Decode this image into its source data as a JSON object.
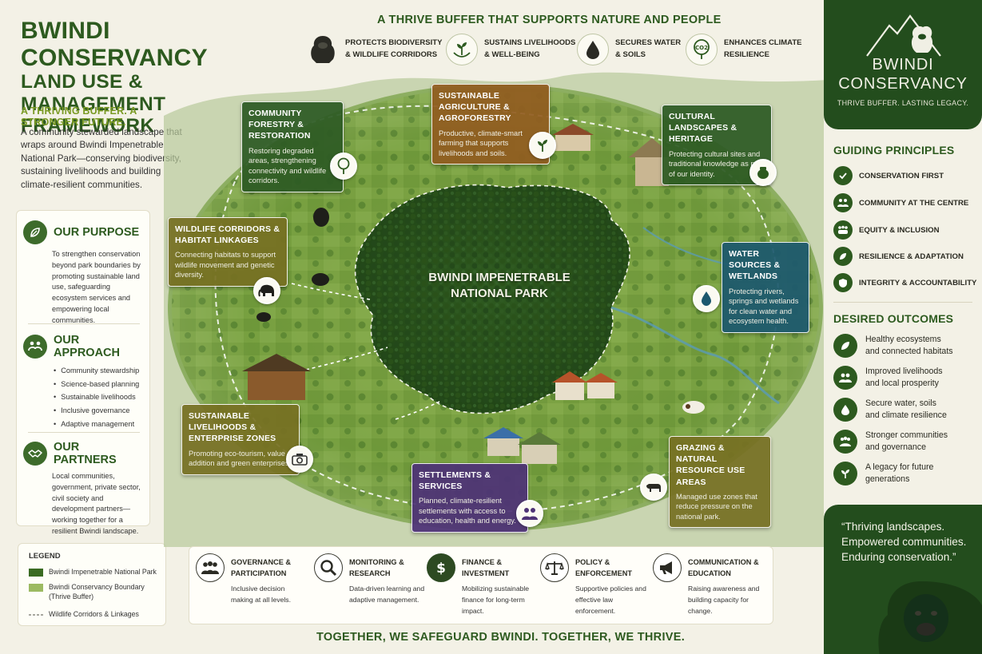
{
  "header": {
    "title_line1": "BWINDI CONSERVANCY",
    "title_line2": "LAND USE & MANAGEMENT",
    "title_line3": "FRAMEWORK",
    "tagline": "A THRIVING BUFFER. A STRONGER FUTURE.",
    "intro": "A community stewarded landscape that wraps around Bwindi Impenetrable National Park—conserving biodiversity, sustaining livelihoods and building climate-resilient communities."
  },
  "left_panel": {
    "purpose": {
      "title": "OUR PURPOSE",
      "text": "To strengthen conservation beyond park boundaries by promoting sustainable land use, safeguarding ecosystem services and empowering local communities."
    },
    "approach": {
      "title": "OUR APPROACH",
      "items": [
        "Community stewardship",
        "Science-based planning",
        "Sustainable livelihoods",
        "Inclusive governance",
        "Adaptive management"
      ]
    },
    "partners": {
      "title": "OUR PARTNERS",
      "text": "Local communities, government, private sector, civil society and development partners—working together for a resilient Bwindi landscape."
    }
  },
  "legend": {
    "title": "LEGEND",
    "items": [
      {
        "label": "Bwindi Impenetrable National Park",
        "color": "#3a6b22"
      },
      {
        "label": "Bwindi Conservancy Boundary (Thrive Buffer)",
        "color": "#9cba62"
      },
      {
        "label": "Wildlife Corridors & Linkages",
        "color": "#8a8a80"
      }
    ]
  },
  "top_header": "A THRIVE BUFFER THAT SUPPORTS NATURE AND PEOPLE",
  "benefits": [
    {
      "line1": "PROTECTS BIODIVERSITY",
      "line2": "& WILDLIFE CORRIDORS",
      "icon": "gorilla-icon"
    },
    {
      "line1": "SUSTAINS LIVELIHOODS",
      "line2": "& WELL-BEING",
      "icon": "seedling-hands-icon"
    },
    {
      "line1": "SECURES WATER",
      "line2": "& SOILS",
      "icon": "water-drop-icon"
    },
    {
      "line1": "ENHANCES CLIMATE",
      "line2": "RESILIENCE",
      "icon": "co2-tree-icon"
    }
  ],
  "map": {
    "park_label_line1": "BWINDI IMPENETRABLE",
    "park_label_line2": "NATIONAL PARK",
    "zones": [
      {
        "title": "COMMUNITY FORESTRY & RESTORATION",
        "desc": "Restoring degraded areas, strengthening connectivity and wildlife corridors."
      },
      {
        "title": "SUSTAINABLE AGRICULTURE & AGROFORESTRY",
        "desc": "Productive, climate-smart farming that supports livelihoods and soils."
      },
      {
        "title": "CULTURAL LANDSCAPES & HERITAGE",
        "desc": "Protecting cultural sites and traditional knowledge as part of our identity."
      },
      {
        "title": "WILDLIFE CORRIDORS & HABITAT LINKAGES",
        "desc": "Connecting habitats to support wildlife movement and genetic diversity."
      },
      {
        "title": "WATER SOURCES & WETLANDS",
        "desc": "Protecting rivers, springs and wetlands for clean water and ecosystem health."
      },
      {
        "title": "SUSTAINABLE LIVELIHOODS & ENTERPRISE ZONES",
        "desc": "Promoting eco-tourism, value addition and green enterprises."
      },
      {
        "title": "SETTLEMENTS & SERVICES",
        "desc": "Planned, climate-resilient settlements with access to education, health and energy."
      },
      {
        "title": "GRAZING & NATURAL RESOURCE USE AREAS",
        "desc": "Managed use zones that reduce pressure on the national park."
      }
    ]
  },
  "enablers": [
    {
      "title_line1": "GOVERNANCE &",
      "title_line2": "PARTICIPATION",
      "desc": "Inclusive decision making at all levels."
    },
    {
      "title_line1": "MONITORING &",
      "title_line2": "RESEARCH",
      "desc": "Data-driven learning and adaptive management."
    },
    {
      "title_line1": "FINANCE &",
      "title_line2": "INVESTMENT",
      "desc": "Mobilizing sustainable finance for long-term impact."
    },
    {
      "title_line1": "POLICY &",
      "title_line2": "ENFORCEMENT",
      "desc": "Supportive policies and effective law enforcement."
    },
    {
      "title_line1": "COMMUNICATION &",
      "title_line2": "EDUCATION",
      "desc": "Raising awareness and building capacity for change."
    }
  ],
  "bottom_slogan": "TOGETHER, WE SAFEGUARD BWINDI. TOGETHER, WE THRIVE.",
  "brand": {
    "name_line1": "BWINDI",
    "name_line2": "CONSERVANCY",
    "tag": "THRIVE BUFFER. LASTING LEGACY."
  },
  "principles": {
    "title": "GUIDING PRINCIPLES",
    "items": [
      "CONSERVATION FIRST",
      "COMMUNITY AT THE CENTRE",
      "EQUITY & INCLUSION",
      "RESILIENCE & ADAPTATION",
      "INTEGRITY & ACCOUNTABILITY"
    ]
  },
  "outcomes": {
    "title": "DESIRED OUTCOMES",
    "items": [
      {
        "line1": "Healthy ecosystems",
        "line2": "and connected habitats"
      },
      {
        "line1": "Improved livelihoods",
        "line2": "and local prosperity"
      },
      {
        "line1": "Secure water, soils",
        "line2": "and climate resilience"
      },
      {
        "line1": "Stronger communities",
        "line2": "and governance"
      },
      {
        "line1": "A legacy for future",
        "line2": "generations"
      }
    ]
  },
  "quote": {
    "line1": "“Thriving landscapes.",
    "line2": "Empowered communities.",
    "line3": "Enduring conservation.”"
  }
}
